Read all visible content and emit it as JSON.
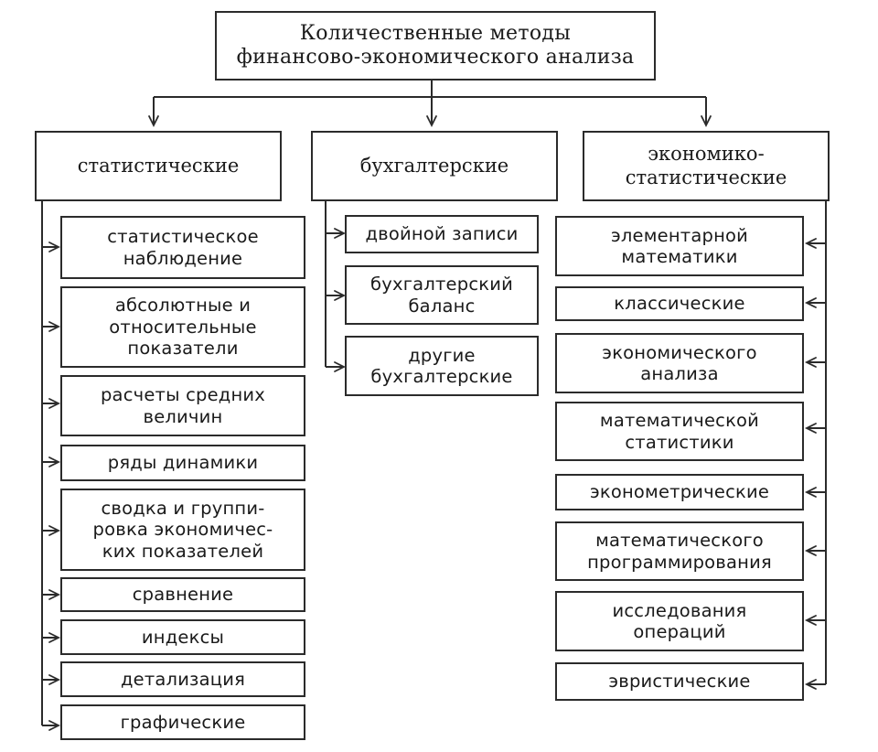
{
  "title": "Количественные методы\nфинансово-экономического анализа",
  "columns": [
    {
      "label": "статистические",
      "items": [
        "статистическое\nнаблюдение",
        "абсолютные и\nотносительные\nпоказатели",
        "расчеты средних\nвеличин",
        "ряды динамики",
        "сводка и группи-\nровка экономичес-\nких показателей",
        "сравнение",
        "индексы",
        "детализация",
        "графические"
      ]
    },
    {
      "label": "бухгалтерские",
      "items": [
        "двойной записи",
        "бухгалтерский\nбаланс",
        "другие\nбухгалтерские"
      ]
    },
    {
      "label": "экономико-\nстатистические",
      "items": [
        "элементарной\nматематики",
        "классические",
        "экономического\nанализа",
        "математической\nстатистики",
        "эконометрические",
        "математического\nпрограммирования",
        "исследования\nопераций",
        "эвристические"
      ]
    }
  ]
}
